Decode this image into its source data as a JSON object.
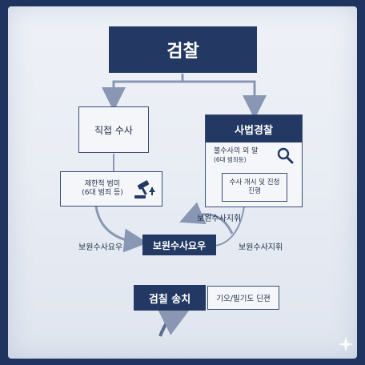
{
  "title": "검찰",
  "nodes": {
    "direct": "직접 수사",
    "judicial_police": "사법경찰",
    "limited_crime_line1": "제한적 범미",
    "limited_crime_line2": "(6대 범죄 등)",
    "outside_line1": "불수사의 외 말",
    "outside_line2": "(6대 범죄등)",
    "investigation_line1": "수사 개시 및 진청",
    "investigation_line2": "진행",
    "supplementary_center": "보원수사요우",
    "indictment": "검칠 송치",
    "decision": "기오/빌기도 딘젼"
  },
  "labels": {
    "supp_direct": "보원수사지휘",
    "supp_left": "보원수사요우",
    "supp_right": "보원수사지휘"
  },
  "colors": {
    "navy": "#233963",
    "arrow": "#8a97b4",
    "frame": "#1f3560"
  },
  "icons": {
    "gavel": "gavel-icon",
    "search": "search-icon",
    "sparkle": "sparkle-icon"
  }
}
